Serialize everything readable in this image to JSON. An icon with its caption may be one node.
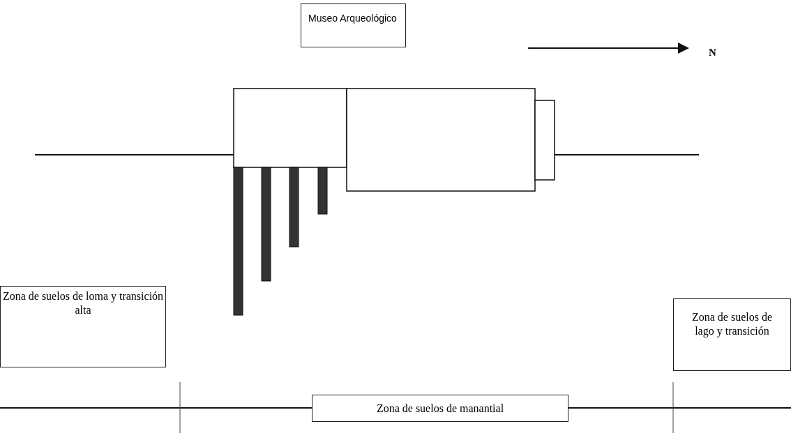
{
  "diagram": {
    "nodes": [
      {
        "text": [
          "Museo Arqueológico"
        ]
      },
      {
        "text": [
          "Zona de suelos de loma y transición alta"
        ]
      },
      {
        "text": [
          "Zona de suelos de lago y transición"
        ]
      },
      {
        "text": [
          "Zona de suelos de manantial"
        ]
      }
    ],
    "labels": [
      "N"
    ]
  }
}
